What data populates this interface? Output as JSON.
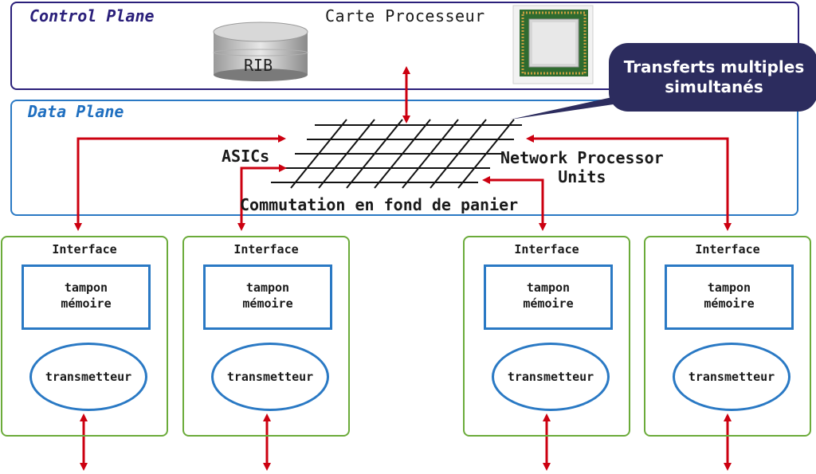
{
  "control_plane": {
    "title": "Control Plane"
  },
  "data_plane": {
    "title": "Data Plane"
  },
  "processor_card": {
    "label": "Carte Processeur"
  },
  "rib": {
    "label": "RIB"
  },
  "callout": {
    "line1": "Transferts multiples",
    "line2": "simultanés"
  },
  "switch_fabric": {
    "asics_label": "ASICs",
    "npu_line1": "Network Processor",
    "npu_line2": "Units",
    "commutation_label": "Commutation en fond de panier"
  },
  "interfaces": [
    {
      "title": "Interface",
      "buffer_line1": "tampon",
      "buffer_line2": "mémoire",
      "transmitter": "transmetteur"
    },
    {
      "title": "Interface",
      "buffer_line1": "tampon",
      "buffer_line2": "mémoire",
      "transmitter": "transmetteur"
    },
    {
      "title": "Interface",
      "buffer_line1": "tampon",
      "buffer_line2": "mémoire",
      "transmitter": "transmetteur"
    },
    {
      "title": "Interface",
      "buffer_line1": "tampon",
      "buffer_line2": "mémoire",
      "transmitter": "transmetteur"
    }
  ],
  "colors": {
    "control_border": "#2a1f7a",
    "data_border": "#2a79c4",
    "interface_border": "#6bab3a",
    "arrow": "#cc0010",
    "callout_fill": "#2c2c5e"
  }
}
